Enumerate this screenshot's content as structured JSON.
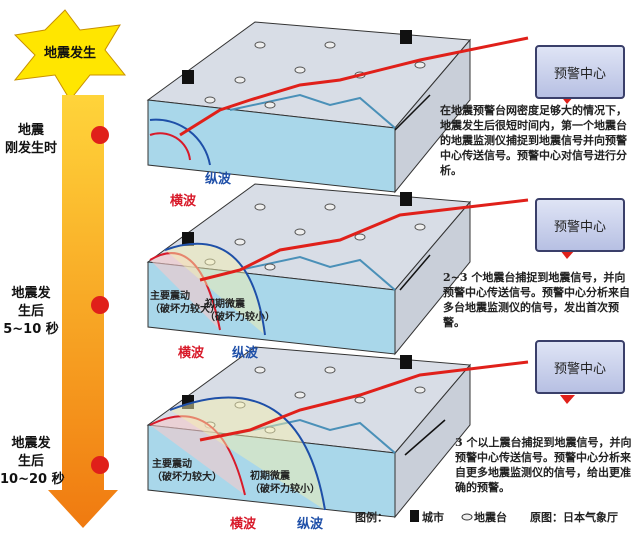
{
  "title": "地震发生",
  "timeline": [
    "地震\n刚发生时",
    "地震发\n生后\n5~10 秒",
    "地震发\n生后\n10~20 秒"
  ],
  "center_label": "预警中心",
  "waves": {
    "s": "横波",
    "p": "纵波"
  },
  "zones": {
    "main": "主要震动\n（破坏力较大）",
    "initial": "初期微震\n（破坏力较小）"
  },
  "paragraphs": [
    "在地震预警台网密度足够大的情况下，地震发生后很短时间内，第一个地震台的地震监测仪捕捉到地震信号并向预警中心传送信号。预警中心对信号进行分析。",
    "2~3 个地震台捕捉到地震信号，并向预警中心传送信号。预警中心分析来自多台地震监测仪的信号，发出首次预警。",
    "3 个以上震台捕捉到地震信号，并向预警中心传送信号。预警中心分析来自更多地震监测仪的信号，给出更准确的预警。"
  ],
  "legend": {
    "title": "图例：",
    "city": "城市",
    "station": "地震台",
    "source": "原图：日本气象厅"
  },
  "colors": {
    "arrow": "#f39a1e",
    "star": "#ffe600",
    "s_wave": "#d81a2a",
    "p_wave": "#1e4fa8"
  }
}
